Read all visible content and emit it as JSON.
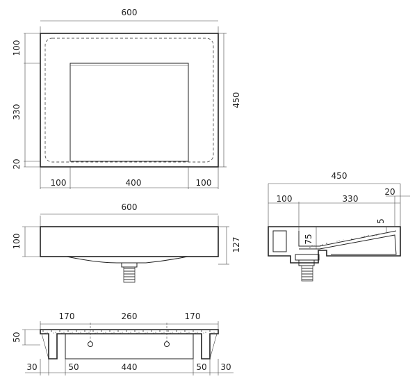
{
  "top_view": {
    "overall_width": "600",
    "overall_depth": "450",
    "left_dims": [
      "100",
      "330",
      "20"
    ],
    "bottom_dims": [
      "100",
      "400",
      "100"
    ]
  },
  "front_view": {
    "overall_width": "600",
    "left_height": "100",
    "right_height": "127"
  },
  "side_view": {
    "overall_depth": "450",
    "top_dims": [
      "100",
      "330",
      "20"
    ],
    "slope_drop": "5",
    "drain_depth": "75"
  },
  "rear_view": {
    "top_dims": [
      "170",
      "260",
      "170"
    ],
    "left_height": "50",
    "bottom_dims": [
      "30",
      "50",
      "440",
      "50",
      "30"
    ]
  },
  "colors": {
    "line": "#222222",
    "dashed": "#555555"
  }
}
